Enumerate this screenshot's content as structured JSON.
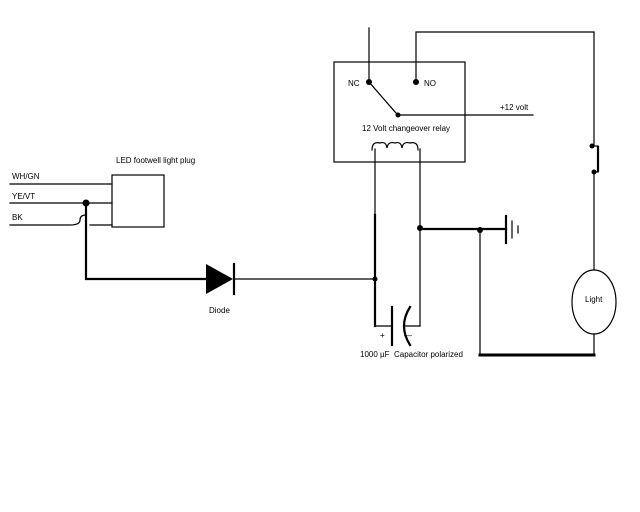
{
  "labels": {
    "nc": "NC",
    "no": "NO",
    "plus12": "+12 volt",
    "relay": "12 Volt changeover relay",
    "plug": "LED footwell light plug",
    "whgn": "WH/GN",
    "yevt": "YE/VT",
    "bk": "BK",
    "diode": "Diode",
    "capplus": "+",
    "capminus": "—",
    "capvalue": "1000 µF",
    "captype": "Capacitor polarized",
    "light": "Light"
  }
}
